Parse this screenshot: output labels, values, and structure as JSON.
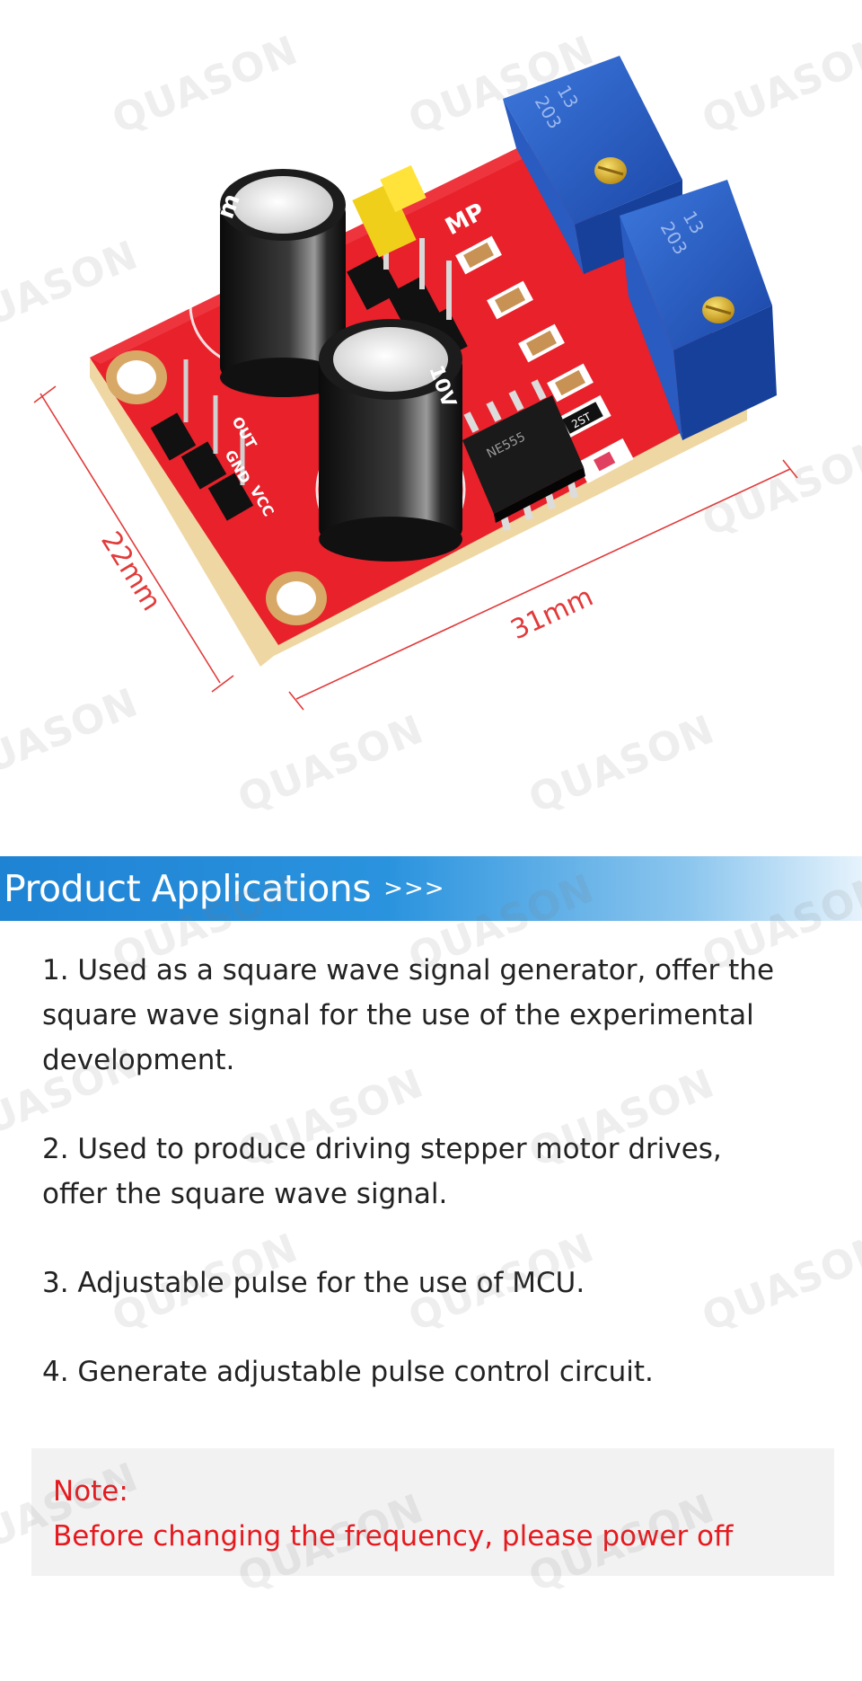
{
  "watermark": {
    "text": "QUASON"
  },
  "product": {
    "board_label": "MP",
    "pot_labels": [
      "13",
      "13"
    ],
    "pot_values": [
      "203",
      "203"
    ],
    "pin_labels": [
      "VCC",
      "GND",
      "OUT"
    ],
    "ic_label": "NE555",
    "resistor_label": "2ST",
    "cap_label": "10V",
    "dim_width": "31mm",
    "dim_height": "22mm"
  },
  "section": {
    "title": "Product Applications",
    "arrows": ">>>"
  },
  "applications": [
    {
      "line1": "1. Used as a square wave signal generator, offer the",
      "line2": "square wave signal for the use of the experimental",
      "line3": "development."
    },
    {
      "line1": "2. Used to produce driving stepper motor drives,",
      "line2": "offer the square wave signal."
    },
    {
      "line1": "3. Adjustable pulse for the use of MCU."
    },
    {
      "line1": "4. Generate adjustable pulse control circuit."
    }
  ],
  "note": {
    "title": "Note:",
    "text": "Before changing the frequency, please power off"
  },
  "colors": {
    "board": "#e8212b",
    "header_blue": "#1f83d4",
    "note_red": "#e6191e",
    "pot_blue": "#2155b8",
    "dimension_line": "#e23a3a"
  }
}
